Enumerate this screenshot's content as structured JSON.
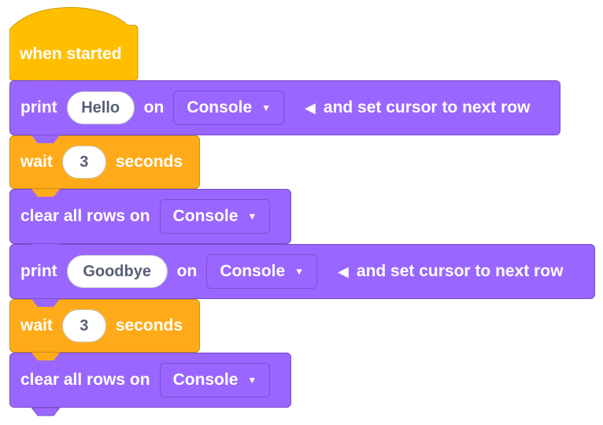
{
  "blocks": {
    "hat": {
      "label": "when started"
    },
    "print1": {
      "print": "print",
      "value": "Hello",
      "on": "on",
      "target": "Console",
      "arrow": "◀",
      "suffix": "and set cursor to next row"
    },
    "wait1": {
      "wait": "wait",
      "value": "3",
      "unit": "seconds"
    },
    "clear1": {
      "label": "clear all rows on",
      "target": "Console"
    },
    "print2": {
      "print": "print",
      "value": "Goodbye",
      "on": "on",
      "target": "Console",
      "arrow": "◀",
      "suffix": "and set cursor to next row"
    },
    "wait2": {
      "wait": "wait",
      "value": "3",
      "unit": "seconds"
    },
    "clear2": {
      "label": "clear all rows on",
      "target": "Console"
    }
  },
  "icons": {
    "dropdown": "triangle-down-icon",
    "cursor": "triangle-left-icon"
  },
  "colors": {
    "hat": "#FFBF00",
    "motion": "#9966FF",
    "control": "#FFAB19"
  }
}
